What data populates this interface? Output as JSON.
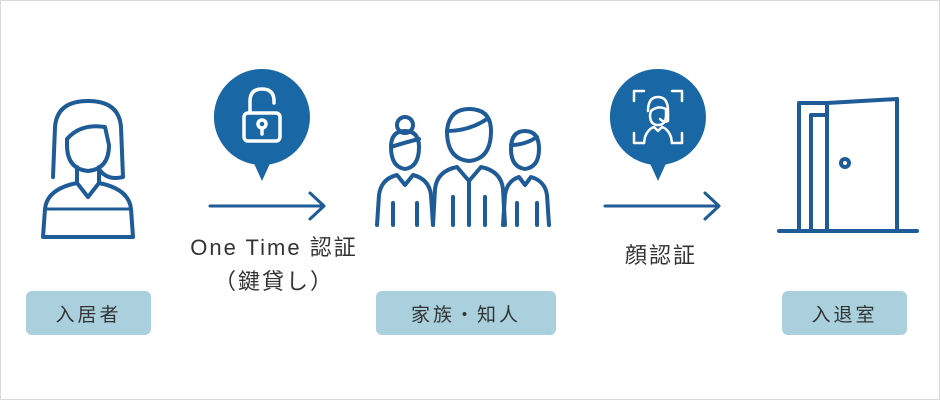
{
  "actors": {
    "resident": "入居者",
    "family": "家族・知人",
    "entry": "入退室"
  },
  "steps": {
    "onetime_line1": "One Time 認証",
    "onetime_line2": "（鍵貸し）",
    "face": "顔認証"
  },
  "icons": {
    "resident": "person-icon",
    "lock": "unlocked-padlock-icon",
    "family": "family-group-icon",
    "face": "face-scan-icon",
    "door": "open-door-icon",
    "arrow": "right-arrow-icon"
  },
  "colors": {
    "line": "#1f5b97",
    "badge": "#1a67a6",
    "tag": "#a9d0dc",
    "text": "#333333"
  }
}
